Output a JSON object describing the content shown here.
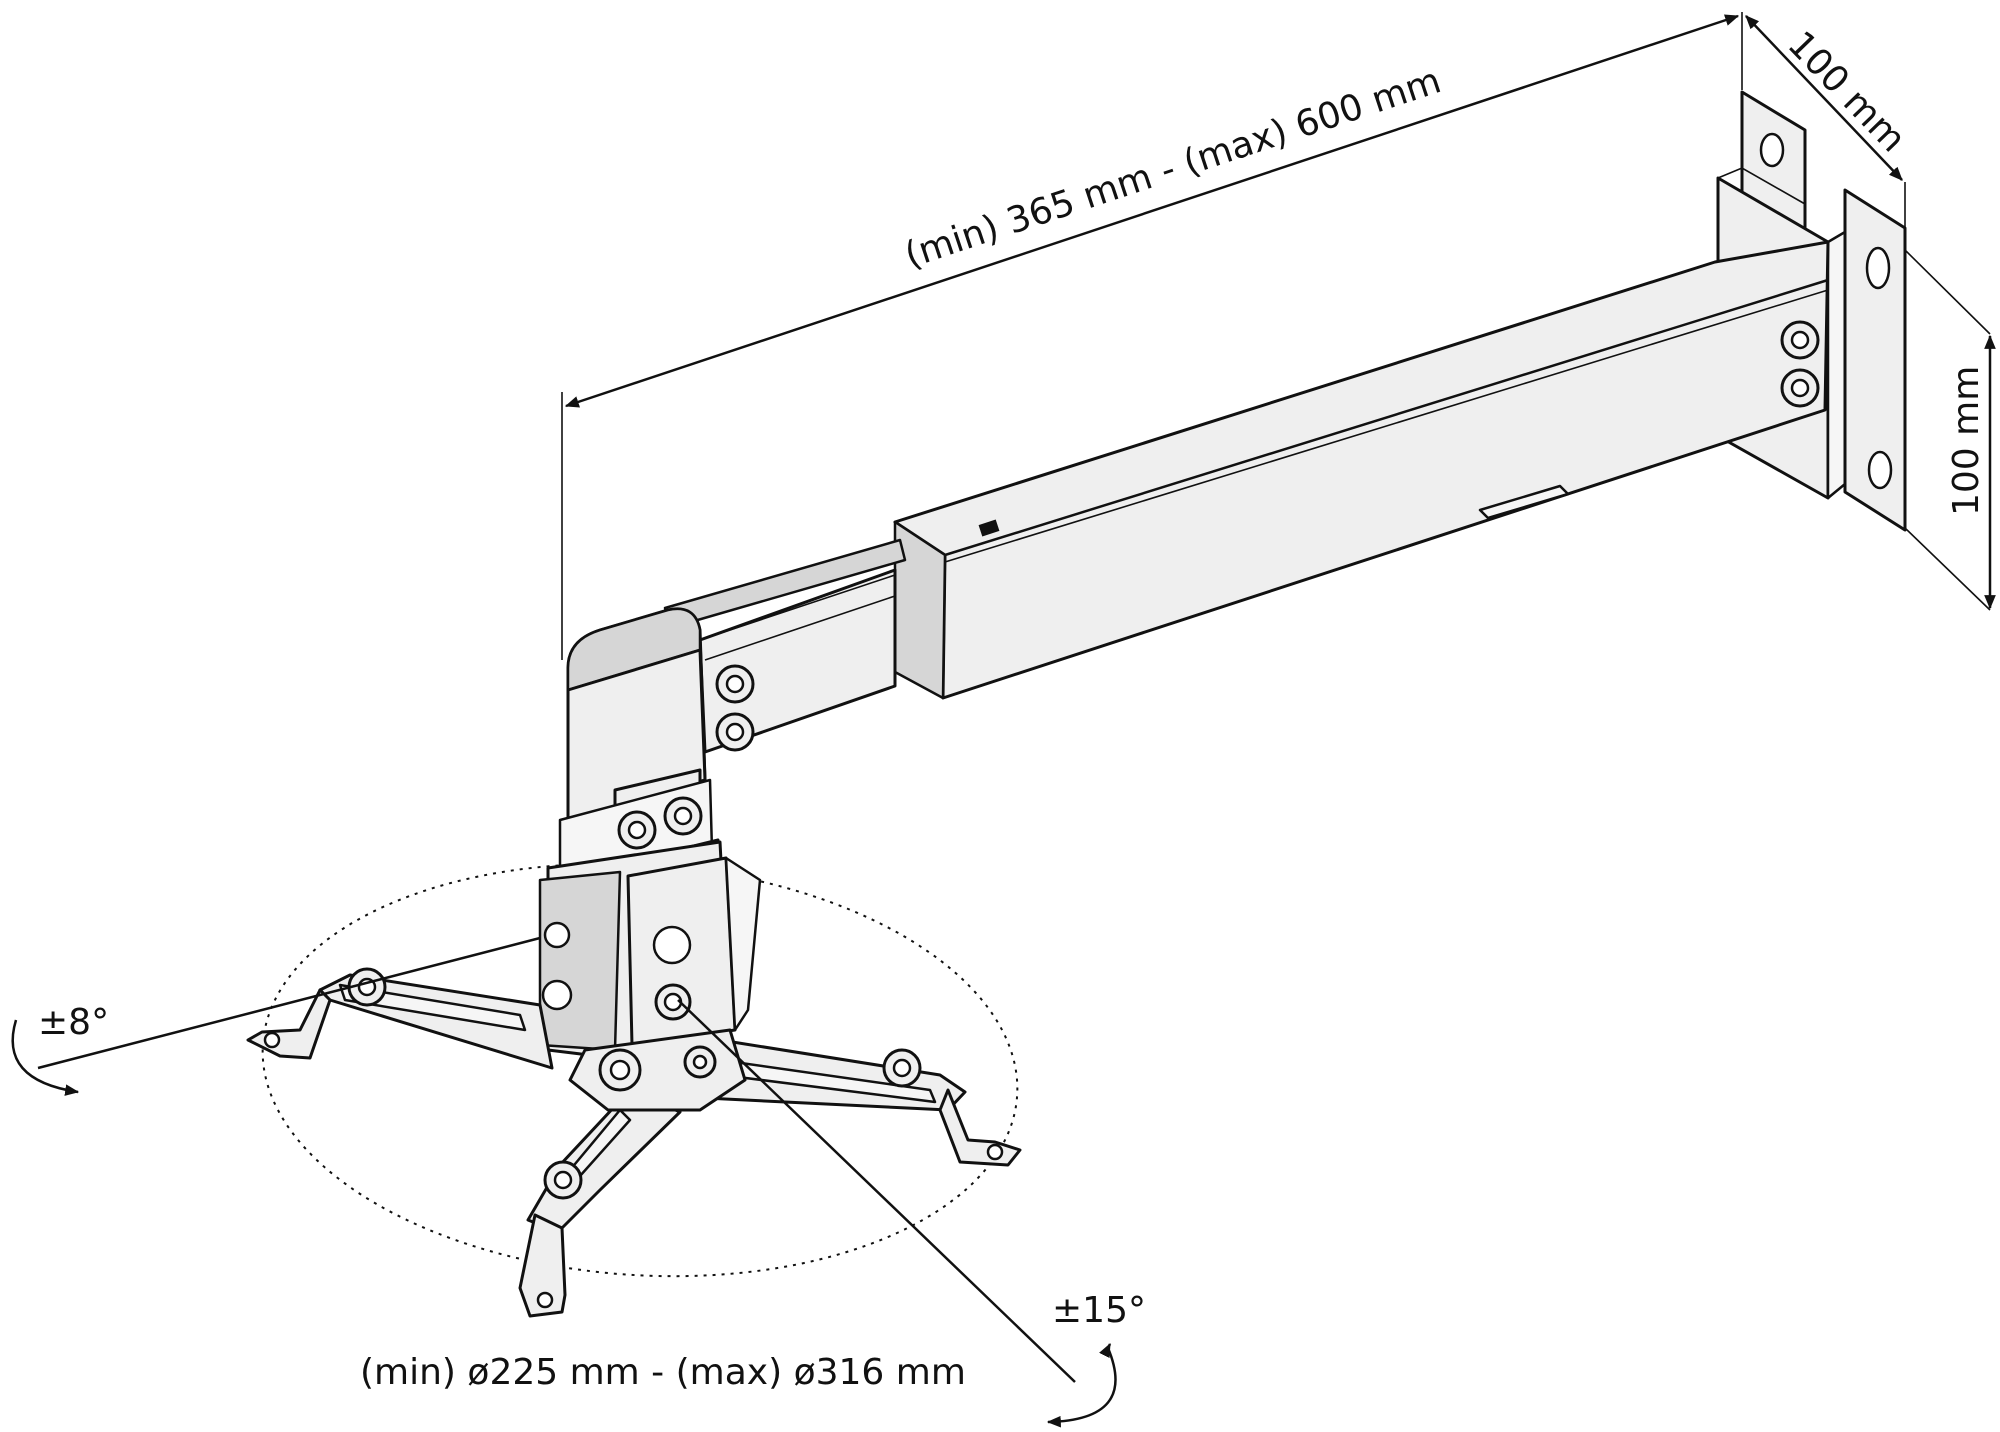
{
  "labels": {
    "arm_length": "(min) 365 mm - (max) 600 mm",
    "plate_width": "100 mm",
    "plate_height": "100 mm",
    "tilt_angle": "±8°",
    "swivel_angle": "±15°",
    "mount_diameter": "(min) ø225 mm - (max) ø316 mm"
  },
  "colors": {
    "line": "#111111",
    "metal": "#efefef",
    "background": "#ffffff"
  }
}
